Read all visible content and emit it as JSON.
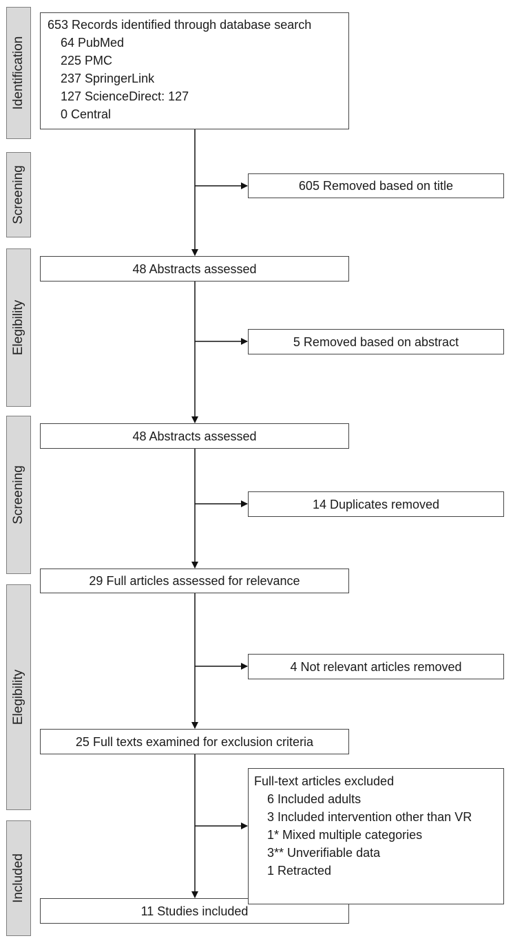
{
  "stages": [
    {
      "label": "Identification"
    },
    {
      "label": "Screening"
    },
    {
      "label": "Elegibility"
    },
    {
      "label": "Screening"
    },
    {
      "label": "Elegibility"
    },
    {
      "label": "Included"
    }
  ],
  "identification": {
    "title": "653 Records identified through database search",
    "sources": [
      "64 PubMed",
      "225 PMC",
      "237 SpringerLink",
      "127 ScienceDirect: 127",
      "0 Central"
    ]
  },
  "main_boxes": [
    "48 Abstracts assessed",
    "48 Abstracts assessed",
    "29 Full articles assessed for relevance",
    "25 Full texts examined for exclusion criteria",
    "11 Studies included"
  ],
  "side_boxes": [
    "605 Removed based on title",
    "5 Removed based on abstract",
    "14 Duplicates removed",
    "4 Not relevant articles removed"
  ],
  "exclusion": {
    "title": "Full-text articles excluded",
    "reasons": [
      "6 Included adults",
      "3 Included intervention other than VR",
      "1* Mixed multiple categories",
      "3** Unverifiable data",
      "1 Retracted"
    ]
  }
}
